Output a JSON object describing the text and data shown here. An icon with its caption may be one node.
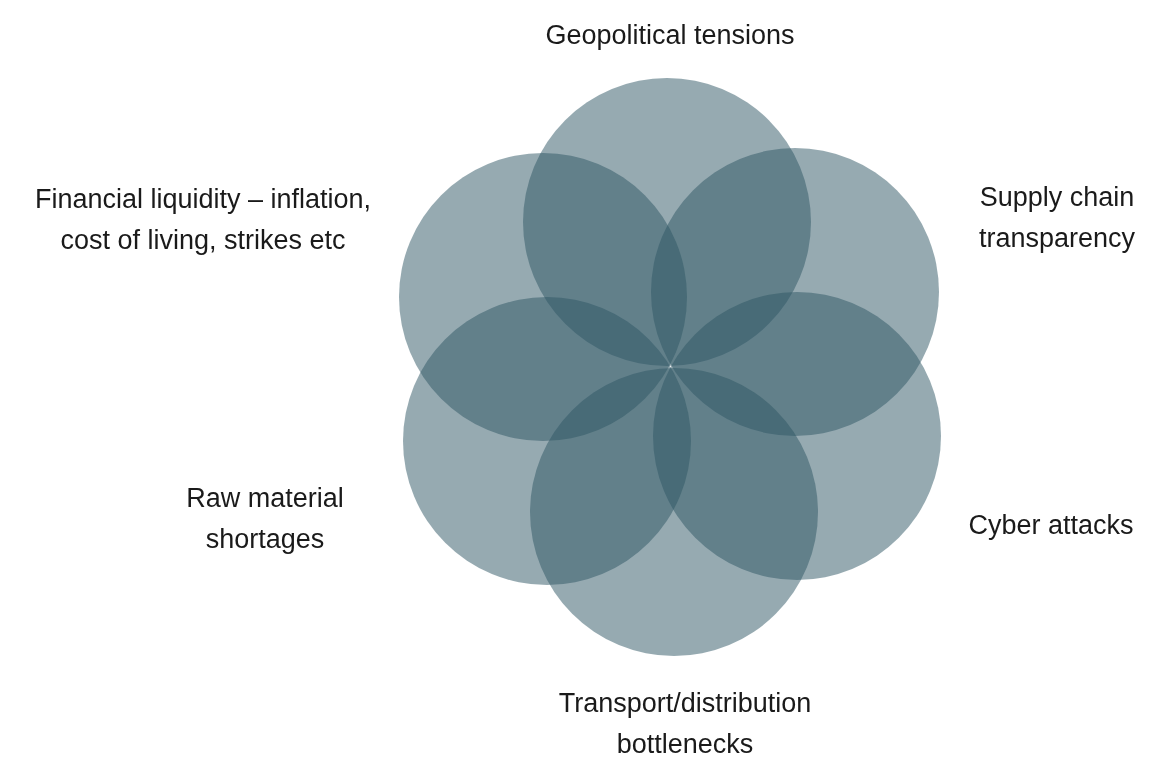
{
  "diagram": {
    "nodes": [
      {
        "text": [
          "Geopolitical tensions"
        ]
      },
      {
        "text": [
          "Supply chain transparency"
        ]
      },
      {
        "text": [
          "Cyber attacks"
        ]
      },
      {
        "text": [
          "Transport/distribution bottlenecks"
        ]
      },
      {
        "text": [
          "Raw material shortages"
        ]
      },
      {
        "text": [
          "Financial liquidity – inflation, cost of living, strikes etc"
        ]
      }
    ]
  }
}
